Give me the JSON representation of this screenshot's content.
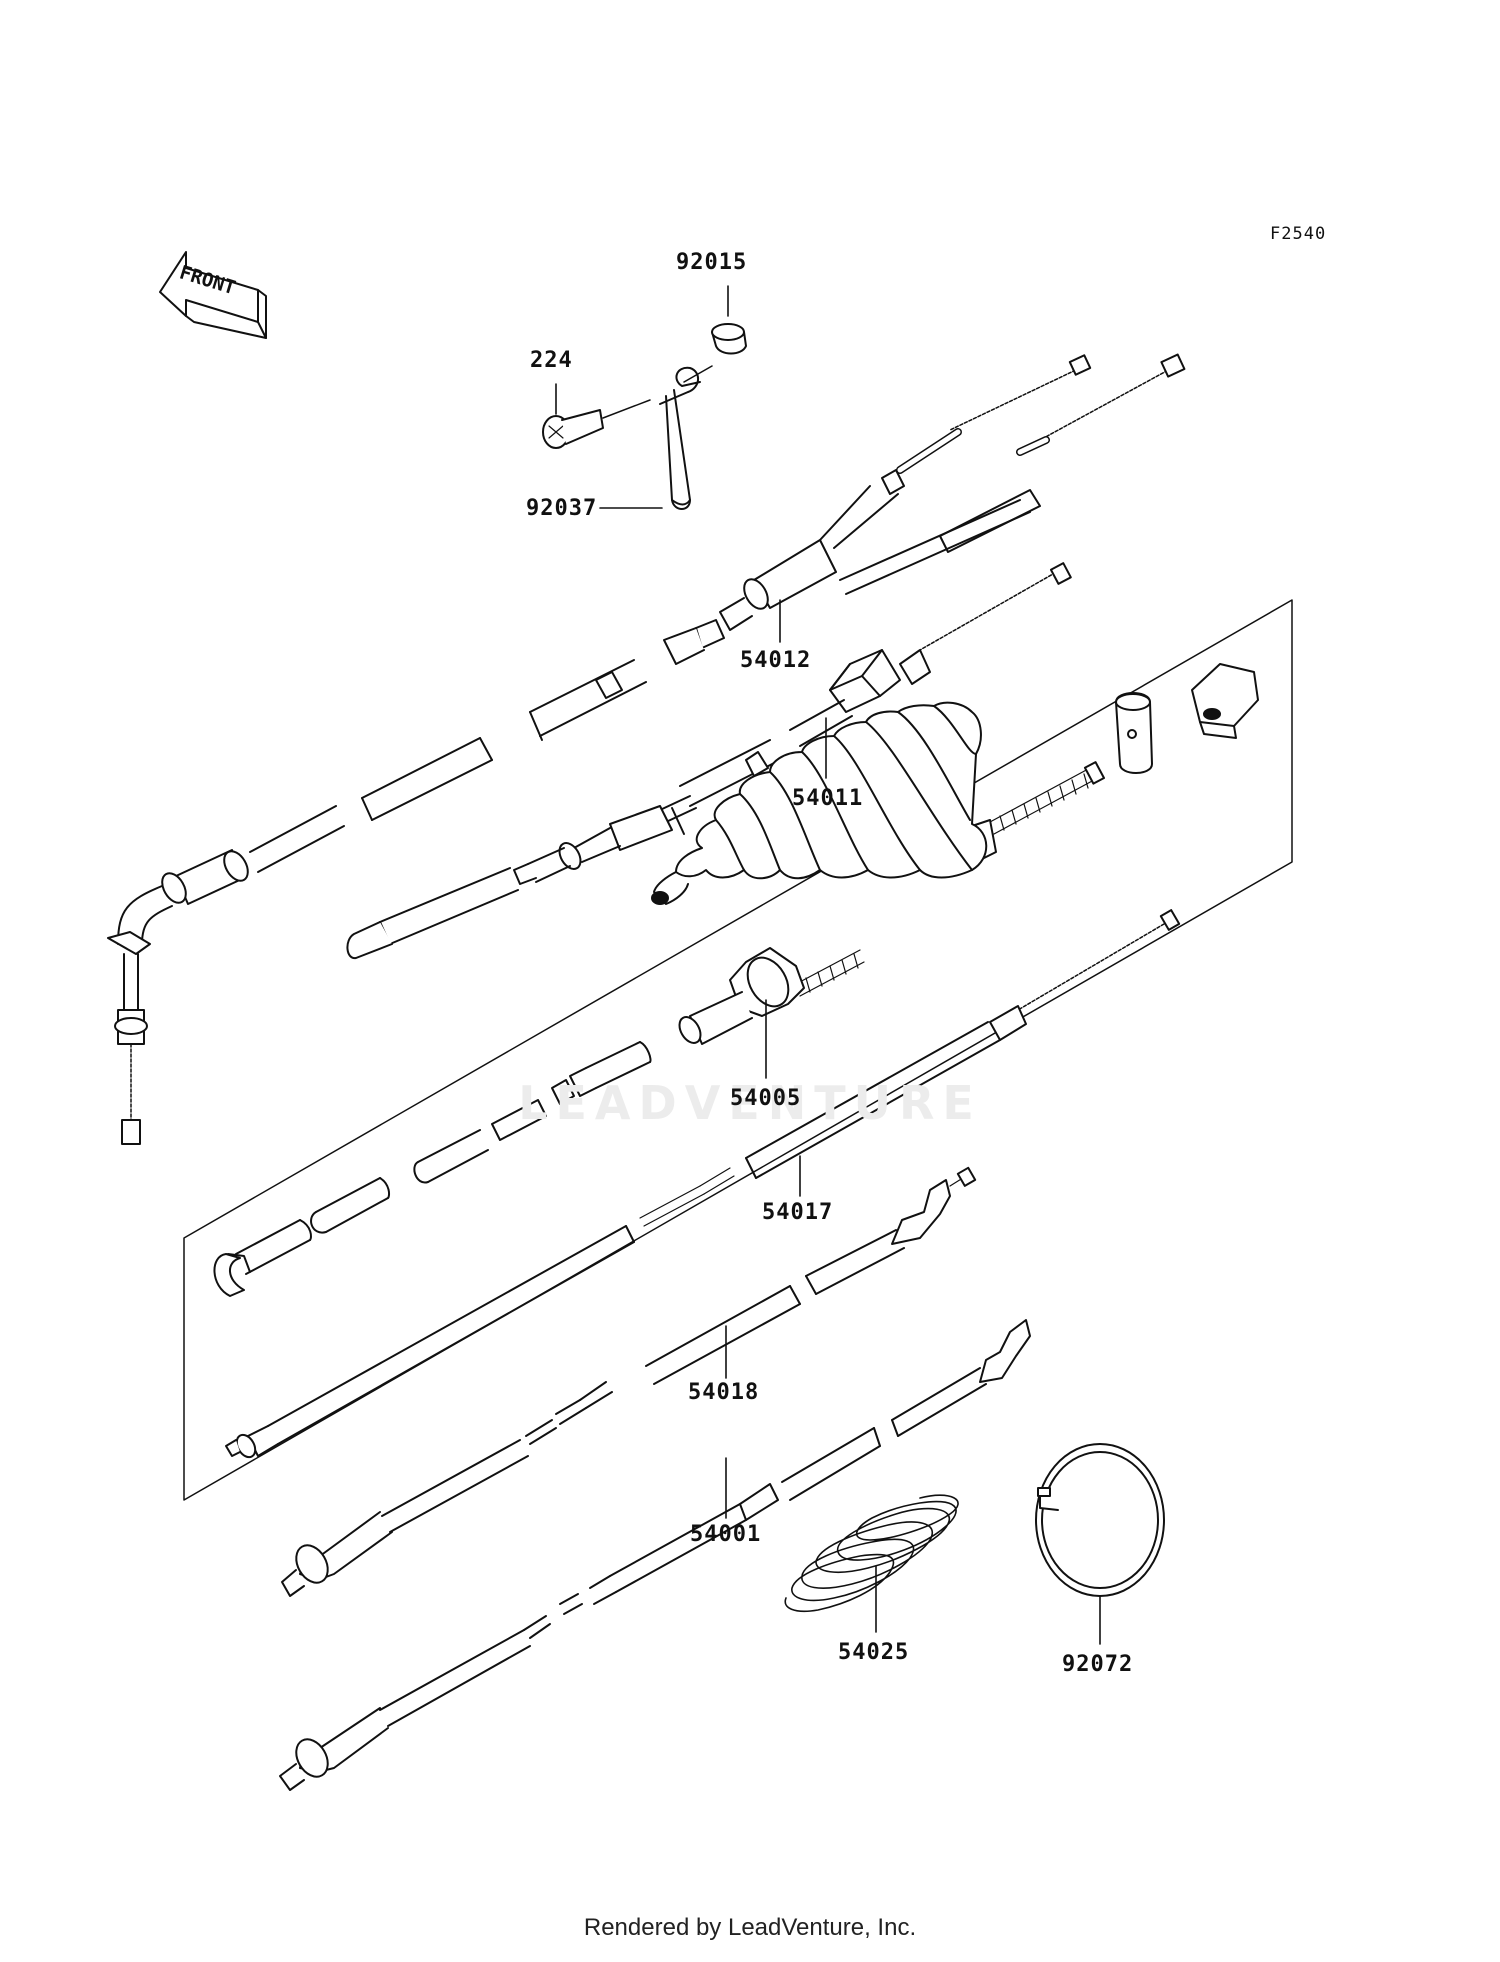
{
  "figure_code": "F2540",
  "front_label": "FRONT",
  "watermark": "LEADVENTURE",
  "footer": "Rendered by LeadVenture, Inc.",
  "callouts": [
    {
      "id": "92015",
      "label": "92015"
    },
    {
      "id": "224",
      "label": "224"
    },
    {
      "id": "92037",
      "label": "92037"
    },
    {
      "id": "54012",
      "label": "54012"
    },
    {
      "id": "54011",
      "label": "54011"
    },
    {
      "id": "54005",
      "label": "54005"
    },
    {
      "id": "54017",
      "label": "54017"
    },
    {
      "id": "54018",
      "label": "54018"
    },
    {
      "id": "54001",
      "label": "54001"
    },
    {
      "id": "54025",
      "label": "54025"
    },
    {
      "id": "92072",
      "label": "92072"
    }
  ]
}
